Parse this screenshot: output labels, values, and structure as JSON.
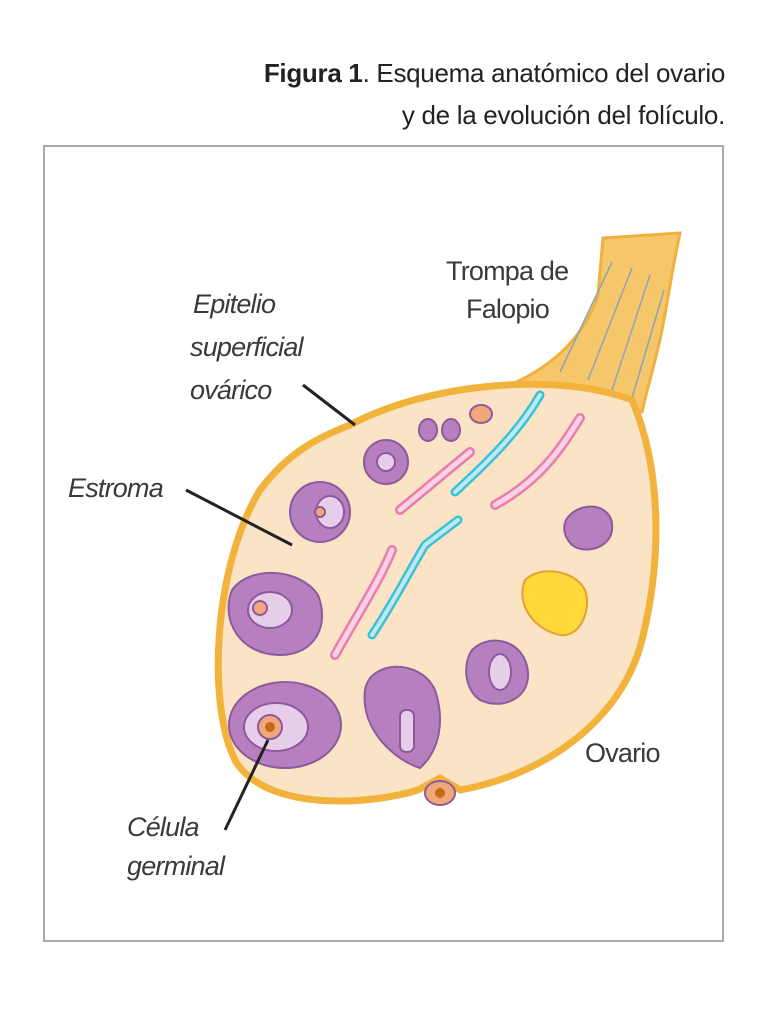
{
  "caption": {
    "figure_label": "Figura 1",
    "line1_rest": ". Esquema anatómico del ovario",
    "line2": "y de la evolución del folículo."
  },
  "labels": {
    "trompa_line1": "Trompa de",
    "trompa_line2": "Falopio",
    "epitelio_line1": "Epitelio",
    "epitelio_line2": "superficial",
    "epitelio_line3": "ovárico",
    "estroma": "Estroma",
    "ovario": "Ovario",
    "celula_line1": "Célula",
    "celula_line2": "germinal"
  },
  "colors": {
    "ovary_fill": "#fbe3c6",
    "ovary_outline": "#f2b33d",
    "follicle": "#b57fc0",
    "follicle_inner": "#e6cdea",
    "corpus_luteum": "#ffd83a",
    "vessel_pink": "#e87db0",
    "vessel_blue": "#3ec0d6",
    "oocyte": "#f2a77a"
  }
}
